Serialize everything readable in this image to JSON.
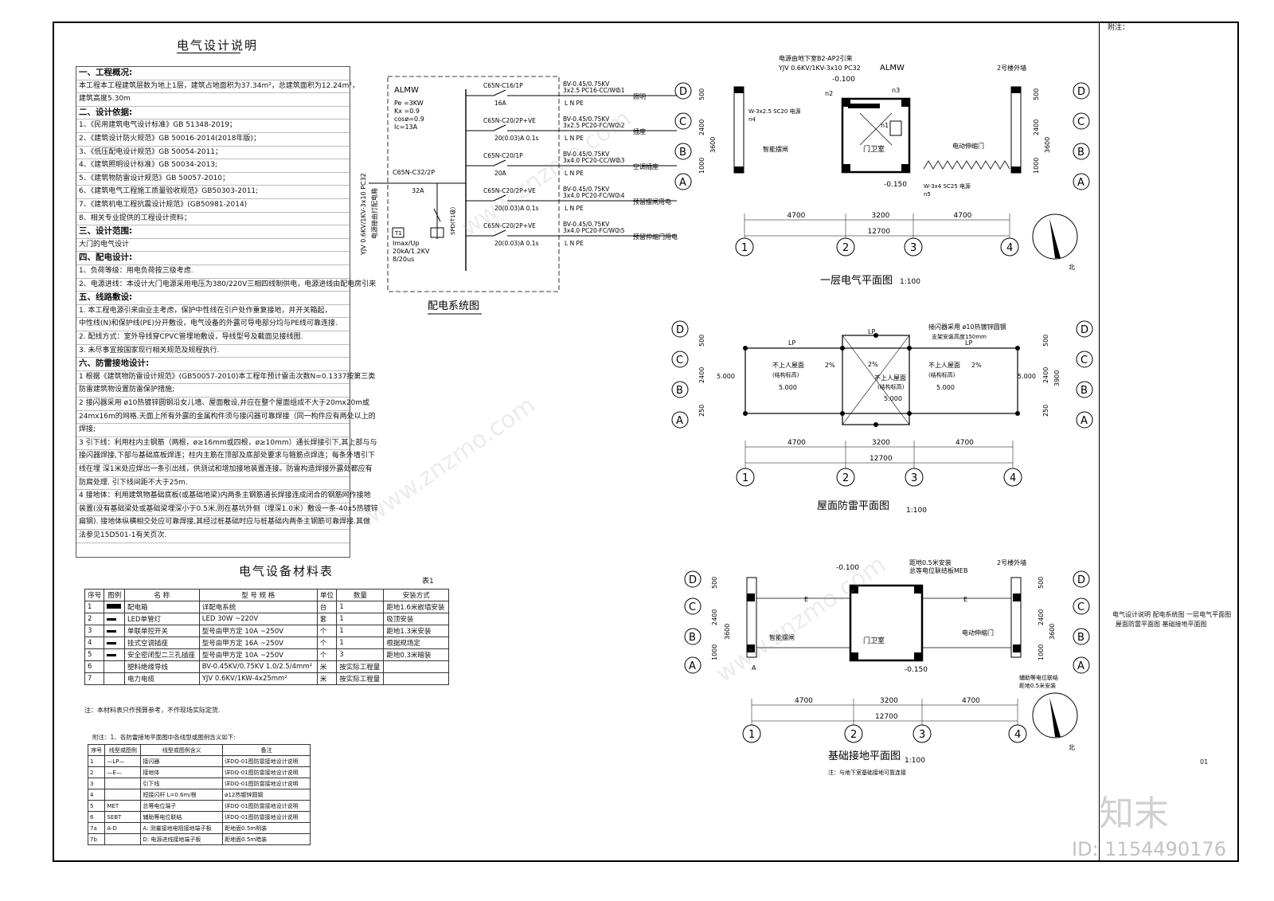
{
  "notes": {
    "title": "电气设计说明",
    "rows": [
      {
        "text": "一、工程概况:",
        "sec": true
      },
      {
        "text": "  本工程本工程建筑层数为地上1层，建筑占地面积为37.34m²，总建筑面积为12.24m²，"
      },
      {
        "text": "  建筑高度5.30m"
      },
      {
        "text": "二、设计依据:",
        "sec": true
      },
      {
        "text": "1、《民用建筑电气设计标准》GB 51348-2019；"
      },
      {
        "text": "2、《建筑设计防火规范》GB 50016-2014(2018年版)；"
      },
      {
        "text": "3、《低压配电设计规范》GB 50054-2011；"
      },
      {
        "text": "4、《建筑照明设计标准》GB 50034-2013;"
      },
      {
        "text": "5、《建筑物防雷设计规范》GB 50057-2010；"
      },
      {
        "text": "6、《建筑电气工程施工质量验收规范》GB50303-2011;"
      },
      {
        "text": "7、《建筑机电工程抗震设计规范》(GB50981-2014)"
      },
      {
        "text": "8、相关专业提供的工程设计资料；"
      },
      {
        "text": "三、设计范围:",
        "sec": true
      },
      {
        "text": "  大门的电气设计"
      },
      {
        "text": "四、配电设计:",
        "sec": true
      },
      {
        "text": "1、负荷等级：用电负荷按三级考虑."
      },
      {
        "text": "2、电源进线：本设计大门电源采用电压为380/220V三相四线制供电，电源进线由配电房引来"
      },
      {
        "text": "五、线路敷设:",
        "sec": true
      },
      {
        "text": "1. 本工程电源引来由业主考虑，保护中性线在引户处作重复接地，并开关箱起，"
      },
      {
        "text": "   中性线(N)和保护线(PE)分开敷设，电气设备的外露可导电部分均与PE线可靠连接."
      },
      {
        "text": "2. 配线方式：室外导线穿CPVC管埋地敷设，导线型号及截面见接线图."
      },
      {
        "text": "3. 未尽事宜按国家现行相关规范及规程执行."
      },
      {
        "text": "六、防雷接地设计:",
        "sec": true
      },
      {
        "text": "1 根据《建筑物防雷设计规范》(GB50057-2010)本工程年预计雷击次数N=0.1337按第三类"
      },
      {
        "text": "防雷建筑物设置防雷保护措施;"
      },
      {
        "text": "2 接闪器采用 ø10热镀锌圆钢沿女儿墙、屋面敷设,并应在整个屋面组成不大于20mx20m或"
      },
      {
        "text": "24mx16m的网格.天面上所有外露的金属构件须与接闪器可靠焊接（同一构件应有两处以上的"
      },
      {
        "text": "焊接;"
      },
      {
        "text": "3 引下线：利用柱内主钢筋（两根，ø≥16mm或四根，ø≥10mm）通长焊接引下,其上部与与"
      },
      {
        "text": "接闪器焊接,下部与基础底板焊连；柱内主筋在顶部及底部处要求与箍筋点焊连；每条外墙引下"
      },
      {
        "text": "线在埋 深1米处应焊出一条引出线，供测试和增加接地装置连接。防雷构造焊接外露处都应有"
      },
      {
        "text": "防腐处理. 引下线间距不大于25m."
      },
      {
        "text": "4 接地体：利用建筑物基础底板(或基础地梁)内两条主钢筋通长焊接连成闭合的钢筋网作接地"
      },
      {
        "text": "装置(没有基础梁处或基础梁埋深小于0.5米,则在基坑外侧（埋深1.0米）敷设一条-40x5热镀锌"
      },
      {
        "text": "扁钢). 接地体纵横相交处应可靠焊接,其经过桩基础时应与桩基础内两条主钢筋可靠焊接.其做"
      },
      {
        "text": "法参见15D501-1有关页次."
      }
    ]
  },
  "materials": {
    "title": "电气设备材料表",
    "table_no": "表1",
    "headers": [
      "序号",
      "图例",
      "名  称",
      "型  号  规  格",
      "单位",
      "数量",
      "安装方式"
    ],
    "rows": [
      [
        "1",
        "",
        "配电箱",
        "详配电系统",
        "台",
        "1",
        "距地1.6米嵌墙安装"
      ],
      [
        "2",
        "",
        "LED单管灯",
        "LED      30W      ~220V",
        "套",
        "1",
        "吸顶安装"
      ],
      [
        "3",
        "",
        "单联单控开关",
        "型号由甲方定   10A      ~250V",
        "个",
        "1",
        "距地1.3米安装"
      ],
      [
        "4",
        "",
        "挂式空调插座",
        "型号由甲方定   16A      ~250V",
        "个",
        "1",
        "根据规场定"
      ],
      [
        "5",
        "",
        "安全密闭型二三孔插座",
        "型号由甲方定   10A      ~250V",
        "个",
        "3",
        "距地0.3米暗装"
      ],
      [
        "6",
        "",
        "塑料绝缘导线",
        "BV-0.45KV/0.75KV   1.0/2.5/4mm²",
        "米",
        "按实际工程量",
        ""
      ],
      [
        "7",
        "",
        "电力电缆",
        "YJV 0.6KV/1KW-4x25mm²",
        "米",
        "按实际工程量",
        ""
      ]
    ],
    "note": "注：本材料表只作预算参考，不作现场实际定货."
  },
  "legend": {
    "caption": "附注：1、各防雷接地平面图中各线型或图例含义如下:",
    "headers": [
      "序号",
      "线型或图例",
      "线型或图例含义",
      "备注"
    ],
    "rows": [
      [
        "1",
        "—LP—",
        "接闪器",
        "详DQ-01图防雷接地设计说明"
      ],
      [
        "2",
        "—E—",
        "接地体",
        "详DQ-01图防雷接地设计说明"
      ],
      [
        "3",
        "",
        "引下线",
        "详DQ-01图防雷接地设计说明"
      ],
      [
        "4",
        "",
        "短接闪杆    L=0.6m/根",
        "ø12热镀锌圆钢"
      ],
      [
        "5",
        "MET",
        "总等电位端子",
        "详DQ-01图防雷接地设计说明"
      ],
      [
        "6",
        "SEBT",
        "辅助等电位联结",
        "详DQ-01图防雷接地设计说明"
      ],
      [
        "7a",
        "A-D",
        "A: 测量接地电阻接地端子板",
        "距地面0.5m明装"
      ],
      [
        "7b",
        "",
        "D: 电源进线接地端子板",
        "距地面0.5m暗装"
      ]
    ]
  },
  "system": {
    "title": "配电系统图",
    "panel": "ALMW",
    "params": [
      "Pe =3KW",
      "Kx =0.9",
      "cosø=0.9",
      "Ic=13A"
    ],
    "incoming_cable": "YJV 0.6KV/1KV-3x10 PC32",
    "incoming_note": "电源接由打配电箱",
    "main_breaker": "C65N-C32/2P",
    "main_rating": "32A",
    "spd_label": "SPD(T1级)",
    "spd_params": [
      "T1",
      "Imax/Up",
      "20kA/1.2KV",
      "8/20us"
    ],
    "circuits": [
      {
        "breaker": "C65N-C16/1P",
        "rating": "16A",
        "cable": "BV-0.45/0.75KV",
        "pipe": "3x2.5 PC16-CC/WC",
        "id": "n1",
        "use": "照明"
      },
      {
        "breaker": "C65N-C20/2P+VE",
        "rating": "20(0.03)A 0.1s",
        "cable": "BV-0.45/0.75KV",
        "pipe": "3x2.5 PC20-FC/WC",
        "id": "n2",
        "use": "插座"
      },
      {
        "breaker": "C65N-C20/1P",
        "rating": "20A",
        "cable": "BV-0.45/0.75KV",
        "pipe": "3x4.0 PC20-CC/WC",
        "id": "n3",
        "use": "空调插座"
      },
      {
        "breaker": "C65N-C20/2P+VE",
        "rating": "20(0.03)A 0.1s",
        "cable": "BV-0.45/0.75KV",
        "pipe": "3x4.0 PC20-FC/WC",
        "id": "n4",
        "use": "预留摆闸用电"
      },
      {
        "breaker": "C65N-C20/2P+VE",
        "rating": "20(0.03)A 0.1s",
        "cable": "BV-0.45/0.75KV",
        "pipe": "3x4.0 PC20-FC/WC",
        "id": "n5",
        "use": "预留伸缩门用电"
      }
    ],
    "lnpe": "L N PE"
  },
  "plans": {
    "plan1": {
      "title": "一层电气平面图",
      "scale": "1:100",
      "panel": "ALMW",
      "src_note": "电源由地下室B2-AP2引来",
      "src_cable": "YJV 0.6KV/1KV-3x10 PC32",
      "level": "-0.100",
      "level2": "-0.150",
      "cable_n4": "W-3x2.5 SC20 电源",
      "n4": "n4",
      "cable_n5": "W-3x4 SC25 电源",
      "n5": "n5",
      "n1": "n1",
      "n2": "n2",
      "n3": "n3",
      "gate_left": "智能摆闸",
      "guard": "门卫室",
      "gate_motor": "电动伸缩门",
      "wall": "2号楼外墙"
    },
    "plan2": {
      "title": "屋面防雷平面图",
      "scale": "1:100",
      "lp_note": "接闪器采用 ø10热镀锌圆钢",
      "lp_note2": "支架安装高度150mm",
      "roof": "不上人屋面",
      "struct": "(结构标高)",
      "elev": "5.000",
      "slope": "2%",
      "lp": "LP"
    },
    "plan3": {
      "title": "基础接地平面图",
      "scale": "1:100",
      "note": "注：与地下室基础接地可靠连接",
      "level": "-0.100",
      "level2": "-0.150",
      "meb": "总等电位联结板MEB",
      "meb_h": "距地0.5米安装",
      "sebt": "辅助等电位联结",
      "sebt_h": "距地0.5米安装",
      "gate_left": "智能摆闸",
      "guard": "门卫室",
      "gate_motor": "电动伸缩门",
      "wall": "2号楼外墙",
      "e": "E",
      "a": "A"
    },
    "dims": {
      "d1": "4700",
      "d2": "3200",
      "d3": "4700",
      "total": "12700"
    },
    "vdims": {
      "v500": "500",
      "v2400": "2400",
      "v1000": "1000",
      "v3600": "3600",
      "v3900": "3900",
      "v250": "250",
      "v500b": "500"
    },
    "axes_h": [
      "1",
      "2",
      "3",
      "4"
    ],
    "axes_v": [
      "D",
      "C",
      "B",
      "A"
    ],
    "north": "北"
  },
  "title_block": {
    "label": "附注：",
    "drawing_names": "电气设计说明  配电系统图  一层电气平面图",
    "drawing_names2": "屋面防雷平面图  基础接地平面图",
    "sheet_no": "01"
  },
  "watermark": {
    "brand": "知末",
    "id": "ID: 1154490176",
    "site": "www.znzmo.com"
  }
}
